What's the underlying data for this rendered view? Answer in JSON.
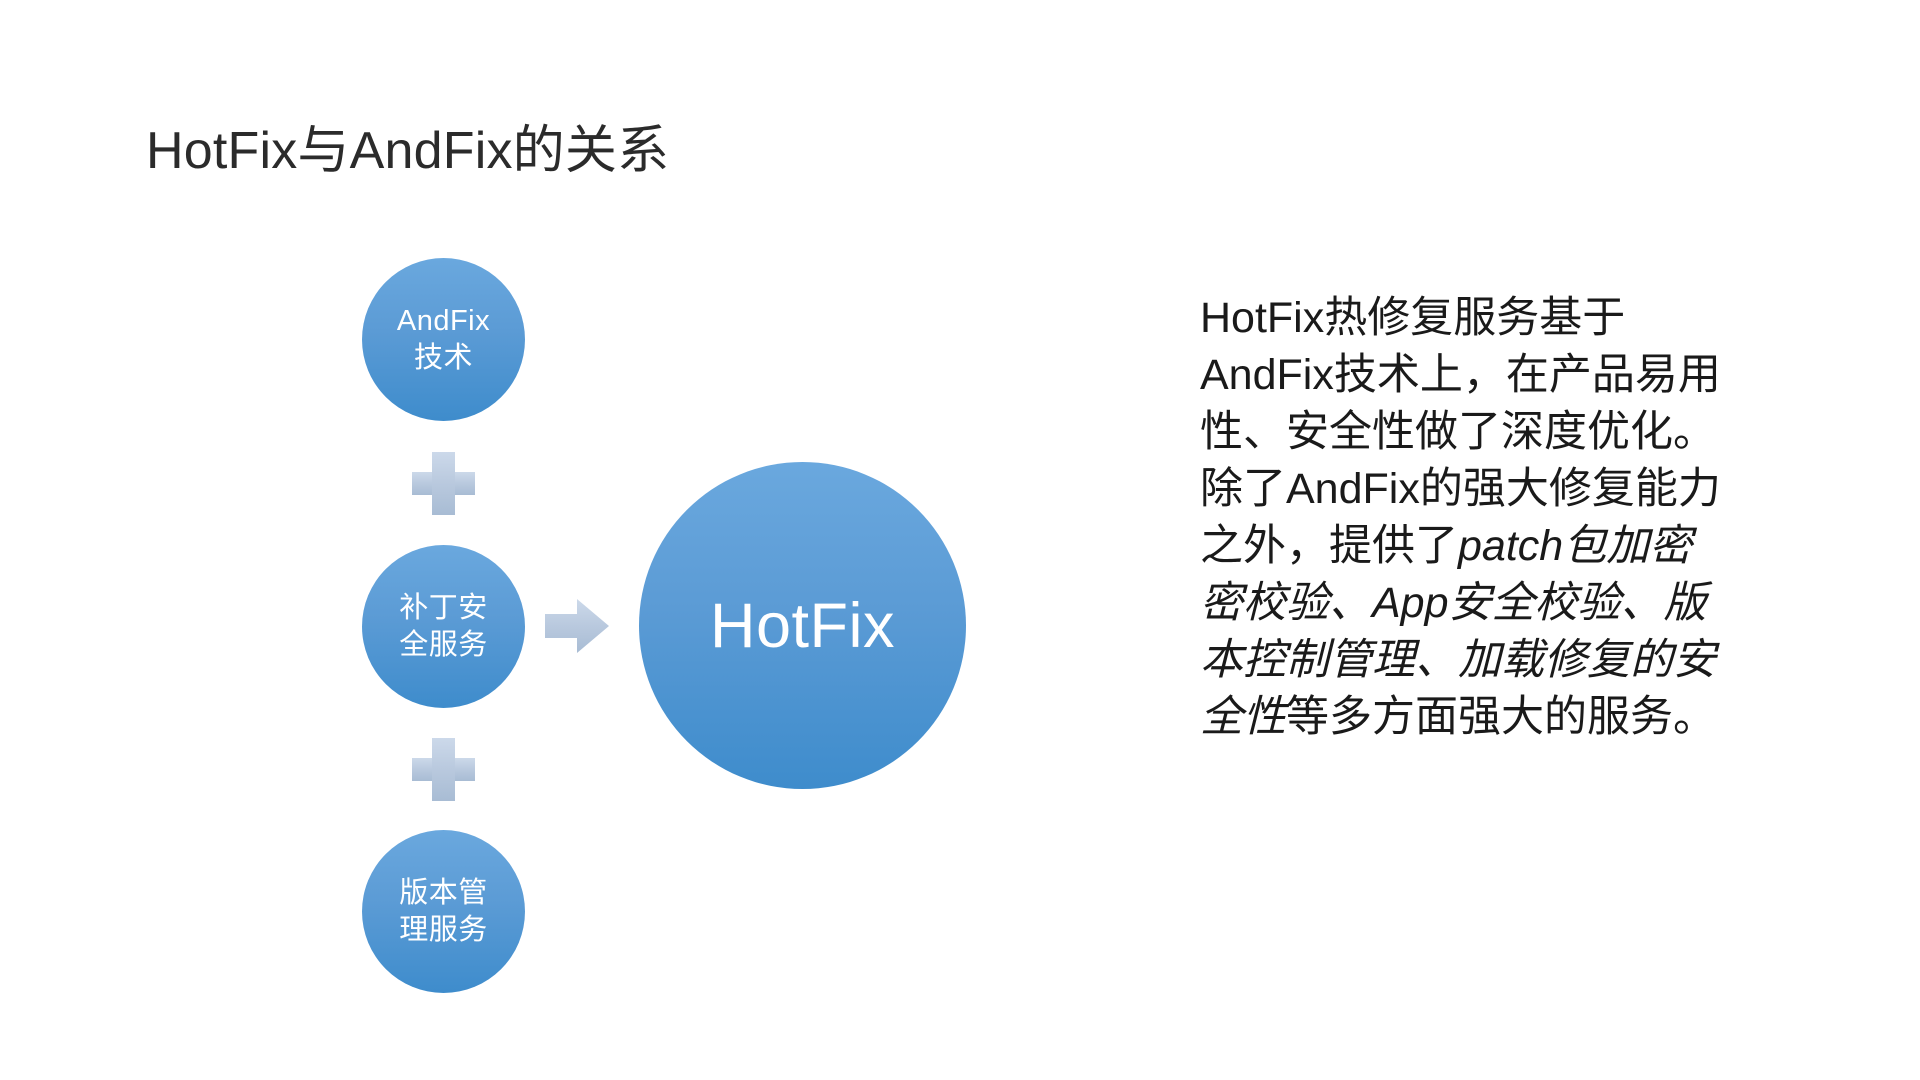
{
  "slide": {
    "title": "HotFix与AndFix的关系",
    "background_color": "#ffffff",
    "title_color": "#2b2b2b"
  },
  "theme": {
    "circle_fill_top": "#6aa8de",
    "circle_fill_mid": "#5b9bd5",
    "circle_fill_bottom": "#3e8ccc",
    "connector_fill_top": "#ccd9ea",
    "connector_fill_bottom": "#a8bcd4",
    "circle_text_color": "#ffffff",
    "body_text_color": "#1a1a1a"
  },
  "diagram": {
    "inputs": [
      {
        "id": "andfix",
        "line1": "AndFix",
        "line2": "技术"
      },
      {
        "id": "patch",
        "line1": "补丁安",
        "line2": "全服务"
      },
      {
        "id": "version",
        "line1": "版本管",
        "line2": "理服务"
      }
    ],
    "operators": [
      {
        "id": "plus-1",
        "symbol": "+",
        "icon": "plus-icon"
      },
      {
        "id": "plus-2",
        "symbol": "+",
        "icon": "plus-icon"
      }
    ],
    "connector": {
      "icon": "right-arrow-icon",
      "direction": "right"
    },
    "result": {
      "id": "hotfix",
      "label": "HotFix"
    }
  },
  "body": {
    "lines": [
      {
        "segments": [
          {
            "text": "HotFix热修复服务基于",
            "italic": false
          }
        ]
      },
      {
        "segments": [
          {
            "text": "AndFix技术上，在产品易用",
            "italic": false
          }
        ]
      },
      {
        "segments": [
          {
            "text": "性、安全性做了深度优化。",
            "italic": false
          }
        ]
      },
      {
        "segments": [
          {
            "text": "除了AndFix的强大修复能力",
            "italic": false
          }
        ]
      },
      {
        "segments": [
          {
            "text": "之外，提供了",
            "italic": false
          },
          {
            "text": "patch包加密",
            "italic": true
          }
        ]
      },
      {
        "segments": [
          {
            "text": "密校验、App安全校验、版",
            "italic": true
          }
        ]
      },
      {
        "segments": [
          {
            "text": "本控制管理、加载修复的安",
            "italic": true
          }
        ]
      },
      {
        "segments": [
          {
            "text": "全性",
            "italic": true
          },
          {
            "text": "等多方面强大的服务。",
            "italic": false
          }
        ]
      }
    ],
    "full_text": "HotFix热修复服务基于AndFix技术上，在产品易用性、安全性做了深度优化。除了AndFix的强大修复能力之外，提供了patch包加密密校验、App安全校验、版本控制管理、加载修复的安全性等多方面强大的服务。"
  }
}
